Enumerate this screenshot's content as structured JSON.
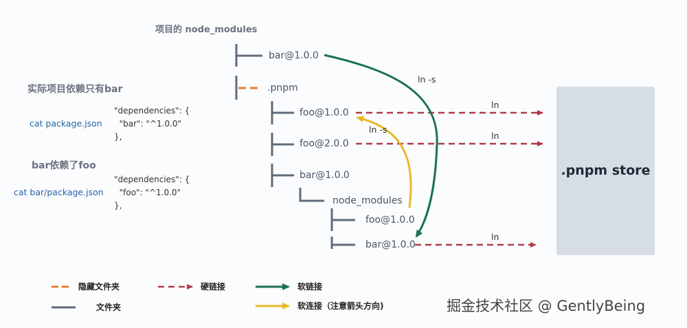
{
  "title": "项目的 node_modules",
  "left_panel": {
    "project_heading": "实际项目依赖只有bar",
    "project_cmd": "cat package.json",
    "project_json": [
      "\"dependencies\": {",
      "  \"bar\": \"^1.0.0\"",
      "},"
    ],
    "bar_heading": "bar依赖了foo",
    "bar_cmd": "cat bar/package.json",
    "bar_json": [
      "\"dependencies\": {",
      "  \"foo\": \"^1.0.0\"",
      "},"
    ]
  },
  "tree": {
    "root_bar": "bar@1.0.0",
    "pnpm_dir": ".pnpm",
    "foo1": "foo@1.0.0",
    "foo2": "foo@2.0.0",
    "bar": "bar@1.0.0",
    "node_modules": "node_modules",
    "nested_foo": "foo@1.0.0",
    "nested_bar": "bar@1.0.0"
  },
  "links": {
    "ln_s_top": "ln -s",
    "ln_s_mid": "ln -s",
    "ln_1": "ln",
    "ln_2": "ln",
    "ln_3": "ln"
  },
  "store_label": ".pnpm store",
  "legend": {
    "hidden_folder": "隐藏文件夹",
    "folder": "文件夹",
    "hard_link": "硬链接",
    "soft_link": "软链接",
    "soft_link_note": "软连接（注意箭头方向)"
  },
  "watermark": "掘金技术社区 @ GentlyBeing",
  "colors": {
    "folder_line": "#5f6b7a",
    "hidden_folder": "#ea7a2e",
    "hard_link": "#b03a48",
    "soft_link": "#1a7052",
    "soft_link_reverse": "#e9b82c",
    "store_bg": "#d6dde4"
  }
}
